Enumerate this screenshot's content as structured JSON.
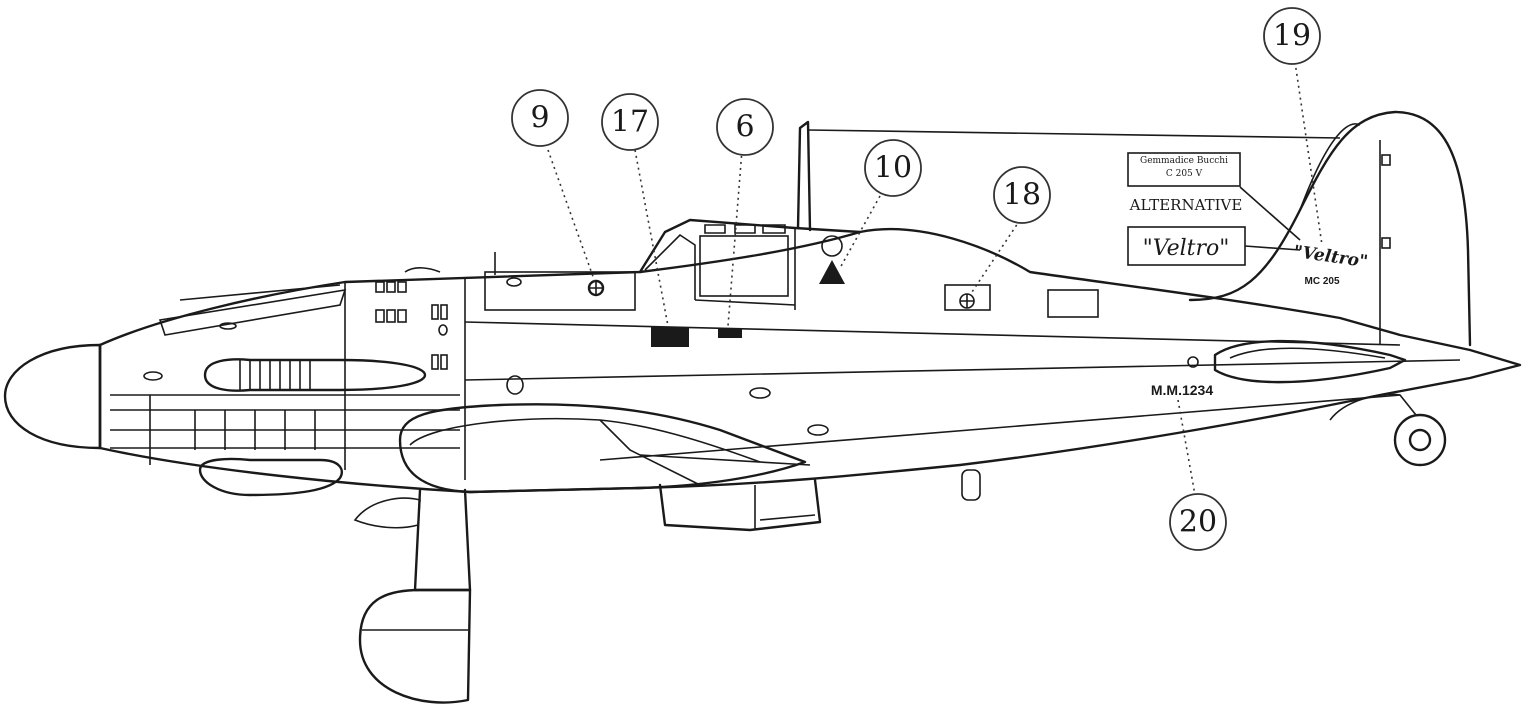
{
  "callouts": [
    {
      "id": "9",
      "label": "9"
    },
    {
      "id": "17",
      "label": "17"
    },
    {
      "id": "6",
      "label": "6"
    },
    {
      "id": "10",
      "label": "10"
    },
    {
      "id": "18",
      "label": "18"
    },
    {
      "id": "19",
      "label": "19"
    },
    {
      "id": "20",
      "label": "20"
    }
  ],
  "tail_box_line1": "Gemmadice Bucchi",
  "tail_box_line2": "C 205 V",
  "alternative_label": "ALTERNATIVE",
  "alt_box_text": "\"Veltro\"",
  "tail_script": "\"Veltro\"",
  "tail_script_sub": "MC 205",
  "serial_marking": "M.M.1234",
  "colors": {
    "line": "#1a1a1a",
    "stencil_fill": "#1a1a1a"
  }
}
